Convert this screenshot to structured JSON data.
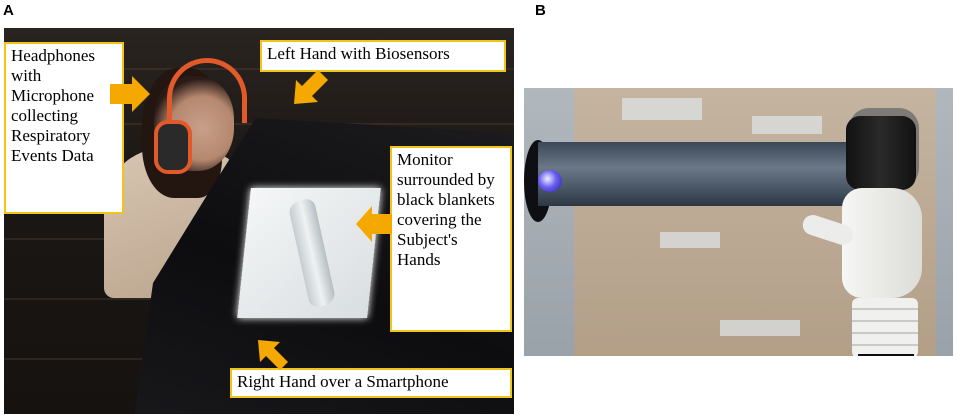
{
  "panels": {
    "a": {
      "letter": "A",
      "labels": {
        "headphones": "Headphones with Microphone collecting Respiratory Events Data",
        "left_hand": "Left Hand with Biosensors",
        "monitor": "Monitor surrounded by black blankets covering the Subject's Hands",
        "right_hand": "Right Hand over a Smartphone"
      }
    },
    "b": {
      "letter": "B"
    }
  },
  "colors": {
    "label_border": "#f0c419",
    "arrow": "#f5a800"
  }
}
